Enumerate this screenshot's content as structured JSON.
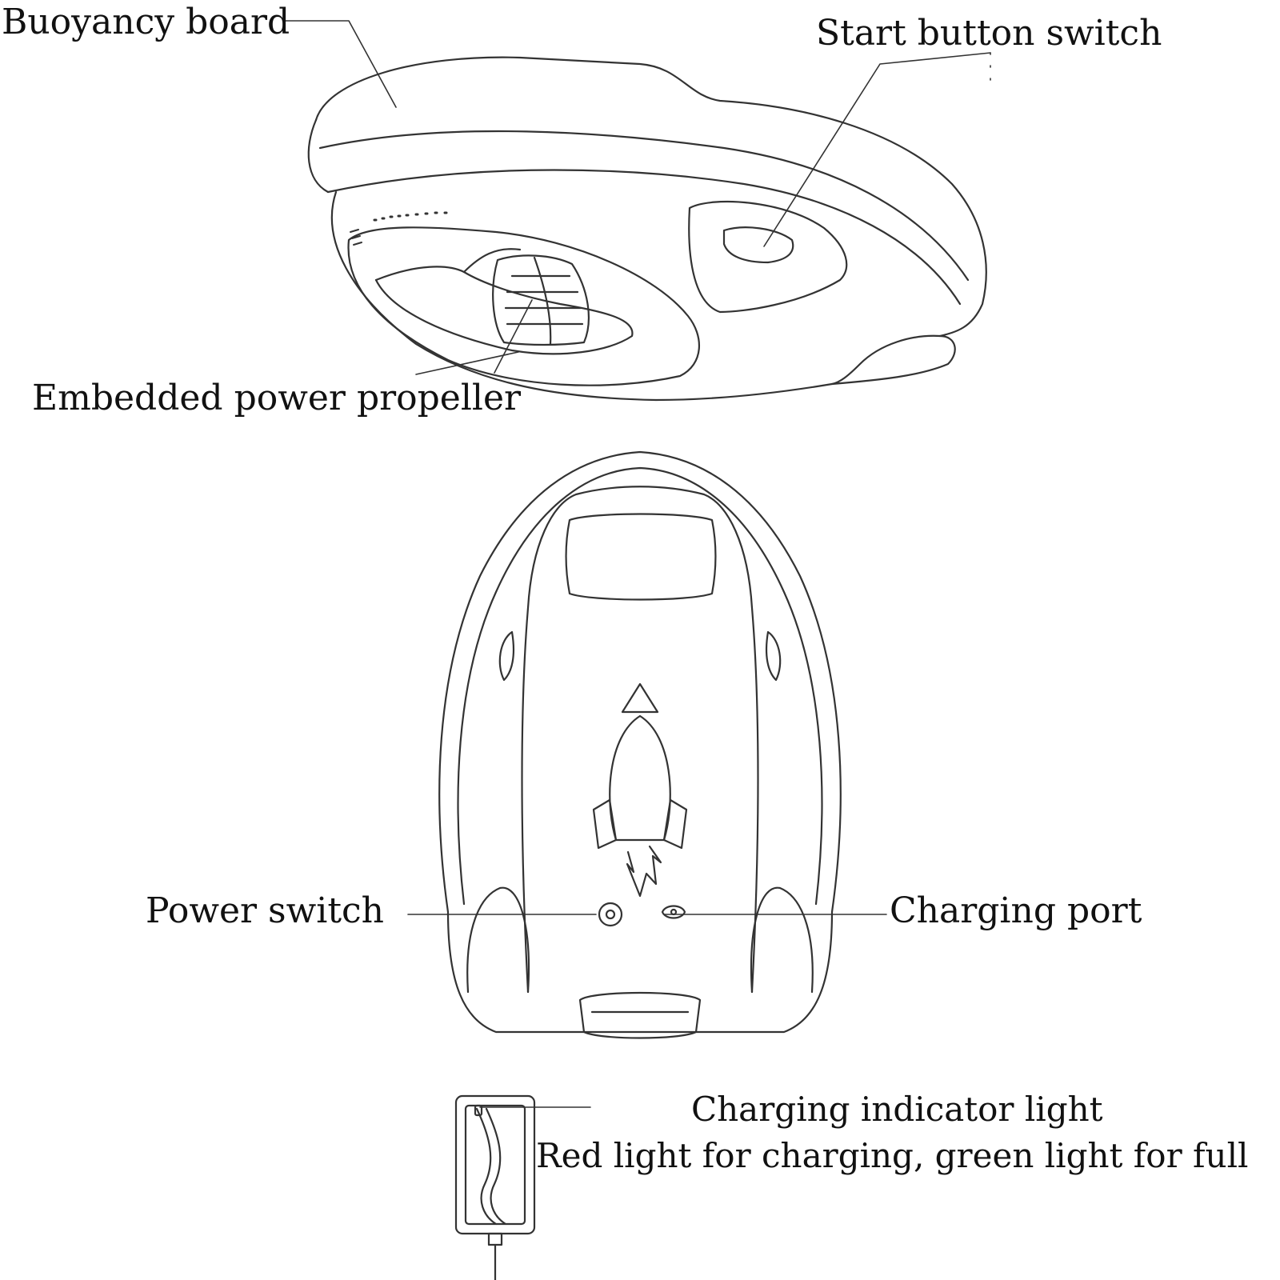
{
  "colors": {
    "line": "#333333",
    "text": "#111111",
    "background": "#ffffff"
  },
  "labels": {
    "buoyancy_board": "Buoyancy board",
    "start_button_switch": "Start button switch",
    "embedded_power_propeller": "Embedded power propeller",
    "power_switch": "Power switch",
    "charging_port": "Charging port",
    "charging_indicator_light": "Charging indicator light",
    "charging_indicator_note": "Red light for charging, green light for full"
  }
}
